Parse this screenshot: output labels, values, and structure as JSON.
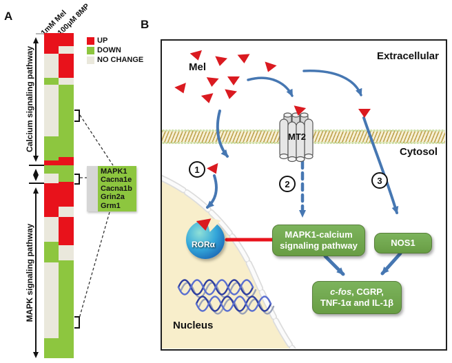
{
  "figure": {
    "panelA": {
      "label": "A",
      "columns": [
        "1mM Mel",
        "100μM 8MP"
      ],
      "legend": [
        {
          "code": "U",
          "label": "UP",
          "color": "#e8121b"
        },
        {
          "code": "D",
          "label": "DOWN",
          "color": "#8dc63f"
        },
        {
          "code": "N",
          "label": "NO CHANGE",
          "color": "#eae8dc"
        }
      ],
      "sections": {
        "calcium": "Calcium signaling pathway",
        "mapk": "MAPK signaling pathway"
      },
      "shared_genes": [
        "MAPK1",
        "Cacna1e",
        "Cacna1b",
        "Grin2a",
        "Grm1"
      ],
      "heatmap": {
        "columns": [
          "1mM Mel",
          "100μM 8MP"
        ],
        "rows": [
          {
            "h": 19,
            "c": [
              "U",
              "U"
            ]
          },
          {
            "h": 11,
            "c": [
              "U",
              "N"
            ]
          },
          {
            "h": 35,
            "c": [
              "N",
              "U"
            ]
          },
          {
            "h": 10,
            "c": [
              "D",
              "N"
            ]
          },
          {
            "h": 75,
            "c": [
              "N",
              "D"
            ]
          },
          {
            "h": 30,
            "c": [
              "D",
              "D"
            ]
          },
          {
            "h": 5,
            "c": [
              "D",
              "U"
            ]
          },
          {
            "h": 7,
            "c": [
              "U",
              "U"
            ]
          },
          {
            "h": 12,
            "c": [
              "D",
              "D"
            ]
          },
          {
            "h": 12,
            "c": [
              "N",
              "D"
            ]
          },
          {
            "h": 2,
            "c": [
              "N",
              "U"
            ]
          },
          {
            "h": 34,
            "c": [
              "U",
              "U"
            ]
          },
          {
            "h": 15,
            "c": [
              "U",
              "N"
            ]
          },
          {
            "h": 36,
            "c": [
              "N",
              "U"
            ]
          },
          {
            "h": 5,
            "c": [
              "D",
              "U"
            ]
          },
          {
            "h": 22,
            "c": [
              "D",
              "N"
            ]
          },
          {
            "h": 3,
            "c": [
              "D",
              "D"
            ]
          },
          {
            "h": 110,
            "c": [
              "N",
              "D"
            ]
          },
          {
            "h": 29,
            "c": [
              "D",
              "D"
            ]
          }
        ]
      }
    },
    "panelB": {
      "label": "B",
      "extracellular": "Extracellular",
      "cytosol": "Cytosol",
      "nucleus": "Nucleus",
      "ligand": "Mel",
      "receptor": "MT2",
      "ror": "RORα",
      "steps": [
        "1",
        "2",
        "3"
      ],
      "boxes": {
        "mapk_line1": "MAPK1-calcium",
        "mapk_line2": "signaling pathway",
        "nos1": "NOS1",
        "cfos_italic": "c-fos",
        "cfos_rest": ", CGRP,",
        "cfos_line2": "TNF-1α and IL-1β"
      },
      "colors": {
        "box_green": "#6fa84e",
        "arrow_blue": "#4677b2",
        "inhibit_red": "#e8131c",
        "triangle_red": "#da1a20",
        "nucleus_fill": "#f8eecb"
      }
    }
  }
}
